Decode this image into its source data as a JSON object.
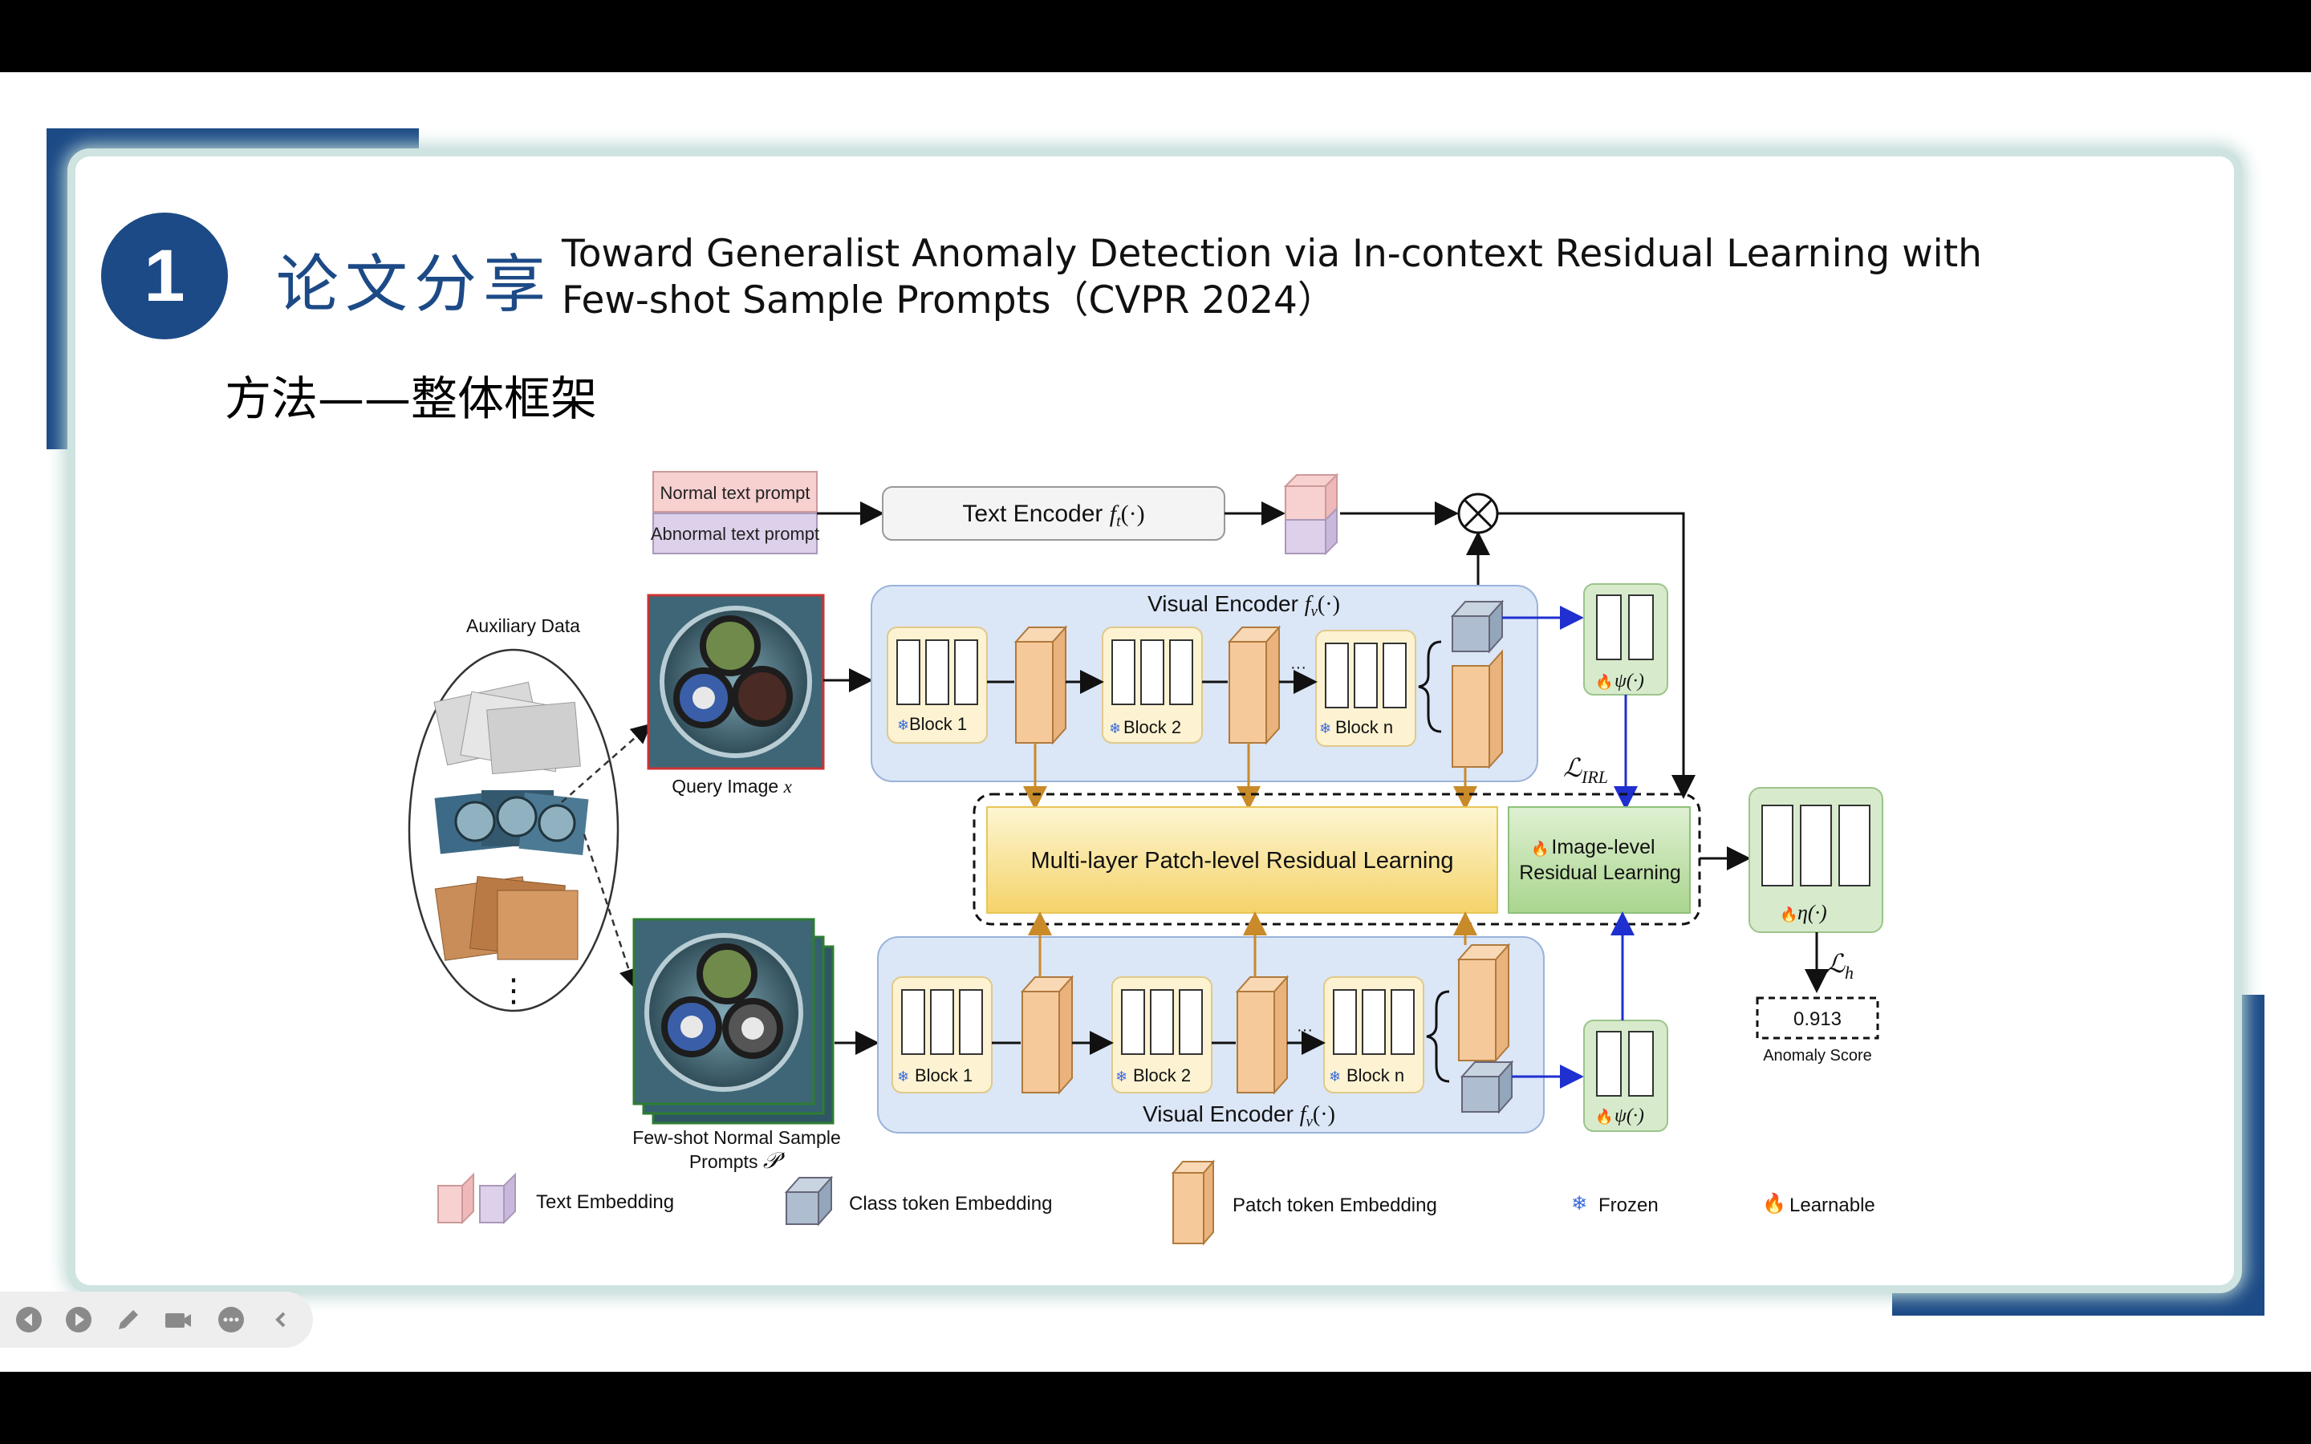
{
  "slide": {
    "number": "1",
    "section_title": "论文分享",
    "paper_title_line1": "Toward Generalist Anomaly Detection via In-context Residual Learning with",
    "paper_title_line2": "Few-shot Sample Prompts（CVPR 2024）",
    "subtitle": "方法——整体框架"
  },
  "diagram": {
    "normal_prompt": "Normal text prompt",
    "abnormal_prompt": "Abnormal text prompt",
    "text_encoder": "Text Encoder",
    "text_encoder_fn": "f",
    "text_encoder_sub": "t",
    "text_encoder_arg": "(·)",
    "visual_encoder": "Visual Encoder",
    "visual_encoder_fn": "f",
    "visual_encoder_sub": "v",
    "visual_encoder_arg": "(·)",
    "auxiliary_data": "Auxiliary Data",
    "query_image": "Query Image",
    "query_var": "x",
    "block1": "Block 1",
    "block2": "Block 2",
    "blockn": "Block n",
    "ellipsis": "···",
    "vdots": "⋮",
    "patch_residual": "Multi-layer Patch-level Residual Learning",
    "image_residual_line1": "Image-level",
    "image_residual_line2": "Residual Learning",
    "psi": "ψ(·)",
    "eta": "η(·)",
    "loss_irl": "ℒ",
    "loss_irl_sub": "IRL",
    "loss_h": "ℒ",
    "loss_h_sub": "h",
    "score": "0.913",
    "anomaly_score": "Anomaly Score",
    "few_shot_line1": "Few-shot Normal Sample",
    "few_shot_line2": "Prompts",
    "few_shot_var": "𝒫′",
    "legend_text": "Text Embedding",
    "legend_class": "Class token Embedding",
    "legend_patch": "Patch token Embedding",
    "legend_frozen": "Frozen",
    "legend_learnable": "Learnable",
    "frozen_glyph": "❄",
    "flame_glyph": "🔥"
  },
  "colors": {
    "brand_blue": "#1c4a86",
    "encoder_bg": "#dbe6f7",
    "block_bg": "#fdf3d2",
    "patch_token": "#f6c99a",
    "class_token": "#aebed0",
    "green_box": "#d7ebcc",
    "text_pink": "#f7d0d0",
    "text_purple": "#ddd0ea",
    "arrow_orange": "#c98a2a",
    "arrow_blue": "#1f2fd0"
  },
  "toolbar": {
    "prev_icon": "prev-icon",
    "play_icon": "play-icon",
    "pen_icon": "pen-icon",
    "camera_icon": "camera-icon",
    "more_icon": "more-icon",
    "collapse_icon": "collapse-icon"
  }
}
